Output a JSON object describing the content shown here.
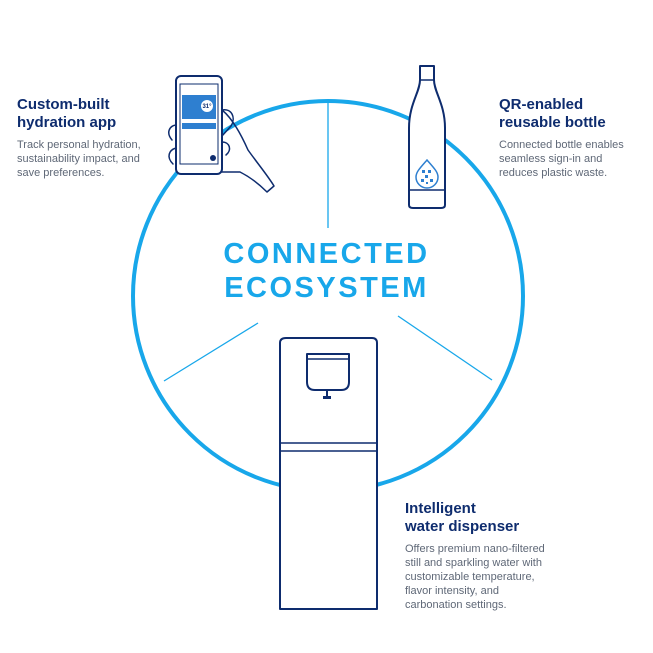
{
  "colors": {
    "ring": "#18a7ea",
    "navy": "#0e2c6e",
    "body_text": "#5f6877",
    "phone_screen": "#2e7fd0"
  },
  "center": {
    "line1": "CONNECTED",
    "line2": "ECOSYSTEM"
  },
  "app": {
    "heading": [
      "Custom-built",
      "hydration app"
    ],
    "description": [
      "Track personal hydration,",
      "sustainability impact, and",
      "save preferences."
    ],
    "screen_badge": "31°",
    "icon": "phone-in-hand-icon"
  },
  "bottle": {
    "heading": [
      "QR-enabled",
      "reusable bottle"
    ],
    "description": [
      "Connected bottle enables",
      "seamless sign-in and",
      "reduces plastic waste."
    ],
    "icon": "water-bottle-icon"
  },
  "dispenser": {
    "heading": [
      "Intelligent",
      "water dispenser"
    ],
    "description": [
      "Offers premium nano-filtered",
      "still and sparkling water with",
      "customizable temperature,",
      "flavor intensity, and",
      "carbonation settings."
    ],
    "icon": "water-dispenser-icon"
  }
}
